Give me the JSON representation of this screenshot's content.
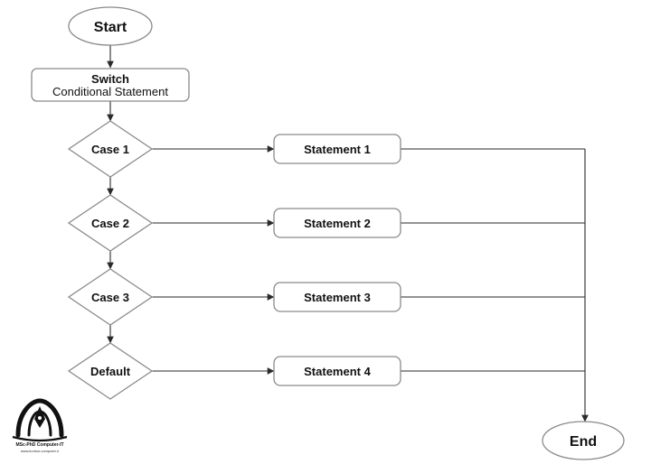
{
  "diagram": {
    "start_label": "Start",
    "switch_title": "Switch",
    "switch_subtitle": "Conditional Statement",
    "cases": [
      {
        "case_label": "Case 1",
        "statement_label": "Statement 1"
      },
      {
        "case_label": "Case 2",
        "statement_label": "Statement 2"
      },
      {
        "case_label": "Case 3",
        "statement_label": "Statement 3"
      },
      {
        "case_label": "Default",
        "statement_label": "Statement 4"
      }
    ],
    "end_label": "End"
  },
  "watermark": {
    "line1": "MSc-PhD Computer-IT",
    "line2": "www.konkur.computer.ir"
  }
}
